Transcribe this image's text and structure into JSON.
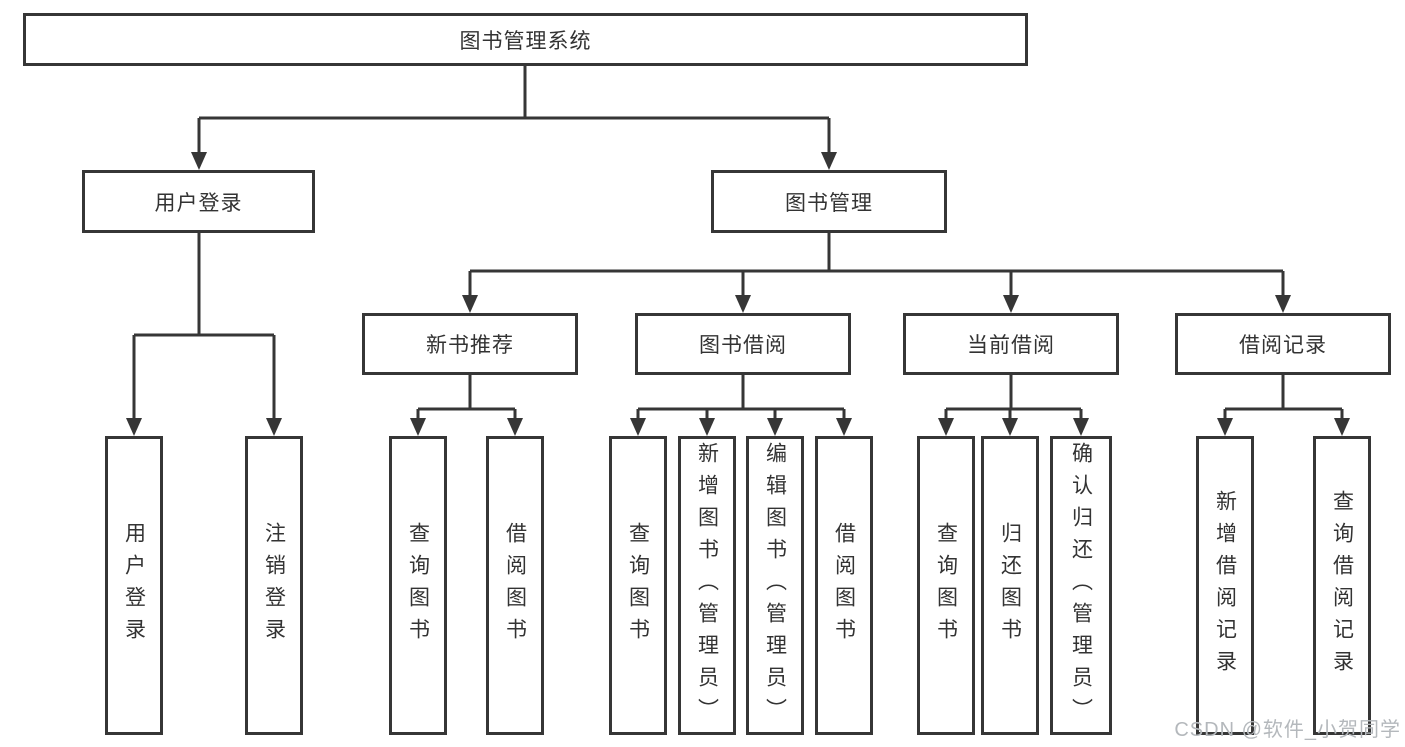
{
  "diagram": {
    "nodes": {
      "root": "图书管理系统",
      "user_login": "用户登录",
      "book_management": "图书管理",
      "new_book_recommend": "新书推荐",
      "book_borrow": "图书借阅",
      "current_borrow": "当前借阅",
      "borrow_record": "借阅记录",
      "leaf_user_login": "用户登录",
      "leaf_logout": "注销登录",
      "leaf_nb_query_book": "查询图书",
      "leaf_nb_borrow_book": "借阅图书",
      "leaf_bb_query_book": "查询图书",
      "leaf_bb_add_book": "新增图书（管理员）",
      "leaf_bb_edit_book": "编辑图书（管理员）",
      "leaf_bb_borrow_book": "借阅图书",
      "leaf_cb_query_book": "查询图书",
      "leaf_cb_return_book": "归还图书",
      "leaf_cb_confirm_return": "确认归还（管理员）",
      "leaf_br_add_record": "新增借阅记录",
      "leaf_br_query_record": "查询借阅记录"
    },
    "watermark": "CSDN @软件_小贺同学",
    "colors": {
      "line": "#363636",
      "box_border": "#363636",
      "box_fill": "#ffffff",
      "text": "#333333",
      "watermark": "#b4b8bc"
    }
  }
}
